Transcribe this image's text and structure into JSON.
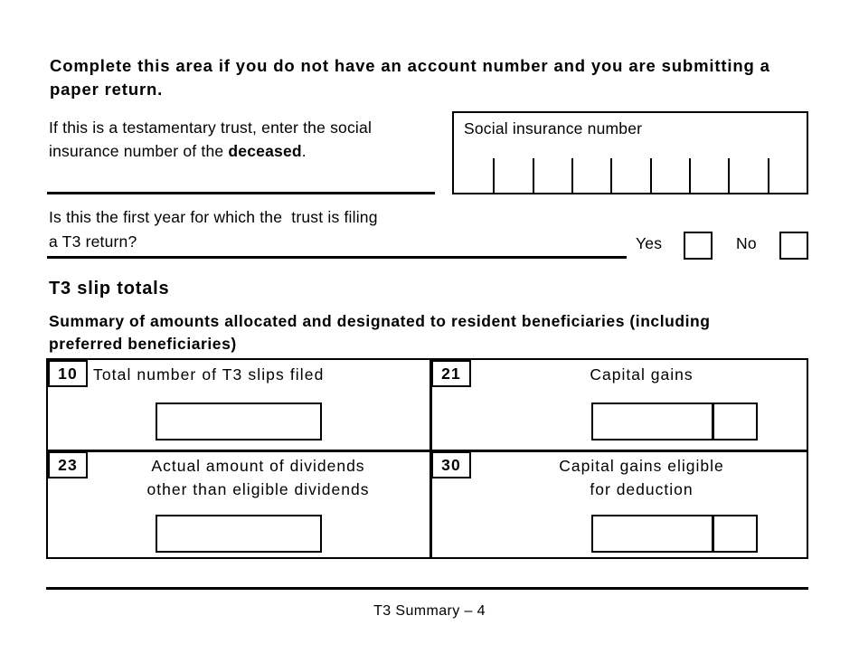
{
  "form": {
    "heading": "Complete this area if you do not have an account number and you are submitting a paper return.",
    "intro": {
      "line_1": "If this is a testamentary trust, enter",
      "line_2": "the social insurance number of the",
      "emphasis": "deceased",
      "trailing": "."
    },
    "sin": {
      "label": "Social insurance number",
      "cells": 9
    },
    "question": {
      "text": "Is this the first year for which the  trust is filing\na T3 return?",
      "yes_label": "Yes",
      "no_label": "No",
      "yes_value": "",
      "no_value": ""
    },
    "section": {
      "title": "T3 slip totals",
      "subtitle": "Summary of amounts allocated and designated to resident beneficiaries (including preferred beneficiaries)"
    },
    "totals": {
      "rows": [
        {
          "left": {
            "box": "10",
            "label": "Total number of T3 slips filed",
            "value": "",
            "type": "plain"
          },
          "right": {
            "box": "21",
            "label": "Capital gains",
            "value": "",
            "cents": "",
            "type": "split"
          }
        },
        {
          "left": {
            "box": "23",
            "label": "Actual amount of dividends\nother than eligible dividends",
            "value": "",
            "type": "plain"
          },
          "right": {
            "box": "30",
            "label": "Capital gains eligible\nfor deduction",
            "value": "",
            "cents": "",
            "type": "split"
          }
        }
      ]
    },
    "footer": "T3 Summary – 4"
  },
  "colors": {
    "ink": "#000000",
    "paper": "#ffffff"
  }
}
